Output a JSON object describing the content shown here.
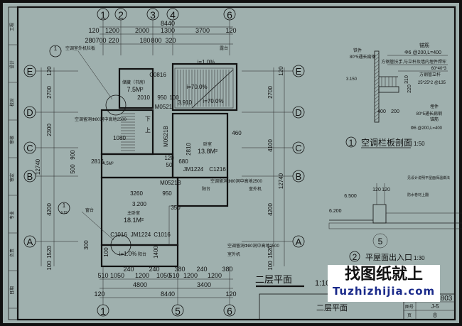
{
  "drawing": {
    "title": "二层平面",
    "title_scale": "1:10",
    "grid_columns_top": [
      "1",
      "2",
      "3",
      "4",
      "6"
    ],
    "grid_columns_bottom": [
      "1",
      "5",
      "6"
    ],
    "grid_rows": [
      "E",
      "D",
      "C",
      "B",
      "A"
    ],
    "rooms": [
      {
        "name": "储藏（书房）",
        "area": "7.5M²"
      },
      {
        "name": "卧室",
        "area": "13.8M²"
      },
      {
        "name": "主卧室",
        "area": "18.1M²"
      },
      {
        "name": "露台",
        "area": ""
      },
      {
        "name": "阳台",
        "area": ""
      },
      {
        "name": "阳台",
        "area": ""
      },
      {
        "name": "4.5M²",
        "area": ""
      }
    ],
    "top_dims": [
      "8440",
      "120",
      "1200",
      "2000",
      "1300",
      "3700",
      "120",
      "280",
      "700",
      "220",
      "180",
      "800",
      "320"
    ],
    "bottom_dims": [
      "510",
      "1050",
      "240",
      "1200",
      "240",
      "1050",
      "510",
      "380",
      "1200",
      "240",
      "1200",
      "380",
      "4800",
      "3400",
      "8440",
      "120",
      "120"
    ],
    "left_dims": [
      "120",
      "2700",
      "2300",
      "900",
      "500",
      "12740",
      "4200",
      "1520",
      "100",
      "300",
      "100"
    ],
    "right_dims": [
      "120",
      "2700",
      "4100",
      "12740",
      "4200",
      "1520",
      "100",
      "460"
    ],
    "inner_labels": [
      "C0816",
      "2010",
      "950",
      "100",
      "M0521",
      "M0521B",
      "3.910",
      "i=1.0%",
      "i=70.0%",
      "i=70.0%",
      "1080",
      "下",
      "上",
      "2810",
      "680",
      "JM1224",
      "C1216",
      "M0521B",
      "950",
      "3260",
      "3.200",
      "350",
      "C1016",
      "JM1224",
      "C1016",
      "i=1.0%",
      "1400",
      "2816",
      "50",
      "120"
    ],
    "callouts": [
      "空调室外机栏板",
      "空调留洞Φ80洞中高地2500",
      "窗台",
      "空调留洞Φ80洞中高地2500",
      "室外机",
      "空调留洞Φ80洞中高地2500",
      "室外机"
    ],
    "detail_refs": [
      "1",
      "1",
      "J-15"
    ]
  },
  "detail1": {
    "number": "1",
    "title": "空调栏板剖面",
    "scale": "1:50",
    "labels": [
      "铁件",
      "80*5通长扁钢",
      "3.150",
      "锚筋",
      "Φ6 @200,L=400",
      "方钢管扶手,与立杆及墙内埋件焊牢",
      "60*40*3",
      "方钢管立杆",
      "25*25*2 @135",
      "310",
      "220",
      "400",
      "200",
      "埋件",
      "80*5通长扁钢",
      "锚筋",
      "Φ6 @200,L=400"
    ]
  },
  "detail2": {
    "number": "2",
    "ref": "5",
    "title": "平屋面出入口",
    "scale": "1:30",
    "labels": [
      "见设计说明平屋面保温做法",
      "防水卷材上翻",
      "6.500",
      "6.200",
      "120",
      "120"
    ]
  },
  "title_block": {
    "sheet_title": "二层平面",
    "project_no": "803",
    "drawing_no_label": "图号",
    "drawing_no": "J-5",
    "page_label": "页",
    "page": "8",
    "side_strip": [
      "工程",
      "设计",
      "校对",
      "审核",
      "审定",
      "专业",
      "负责",
      "日期"
    ]
  },
  "watermark": {
    "cn": "找图纸就上",
    "en": "Tuzhizhijia.com",
    "en_color": "#1a2a8a"
  }
}
